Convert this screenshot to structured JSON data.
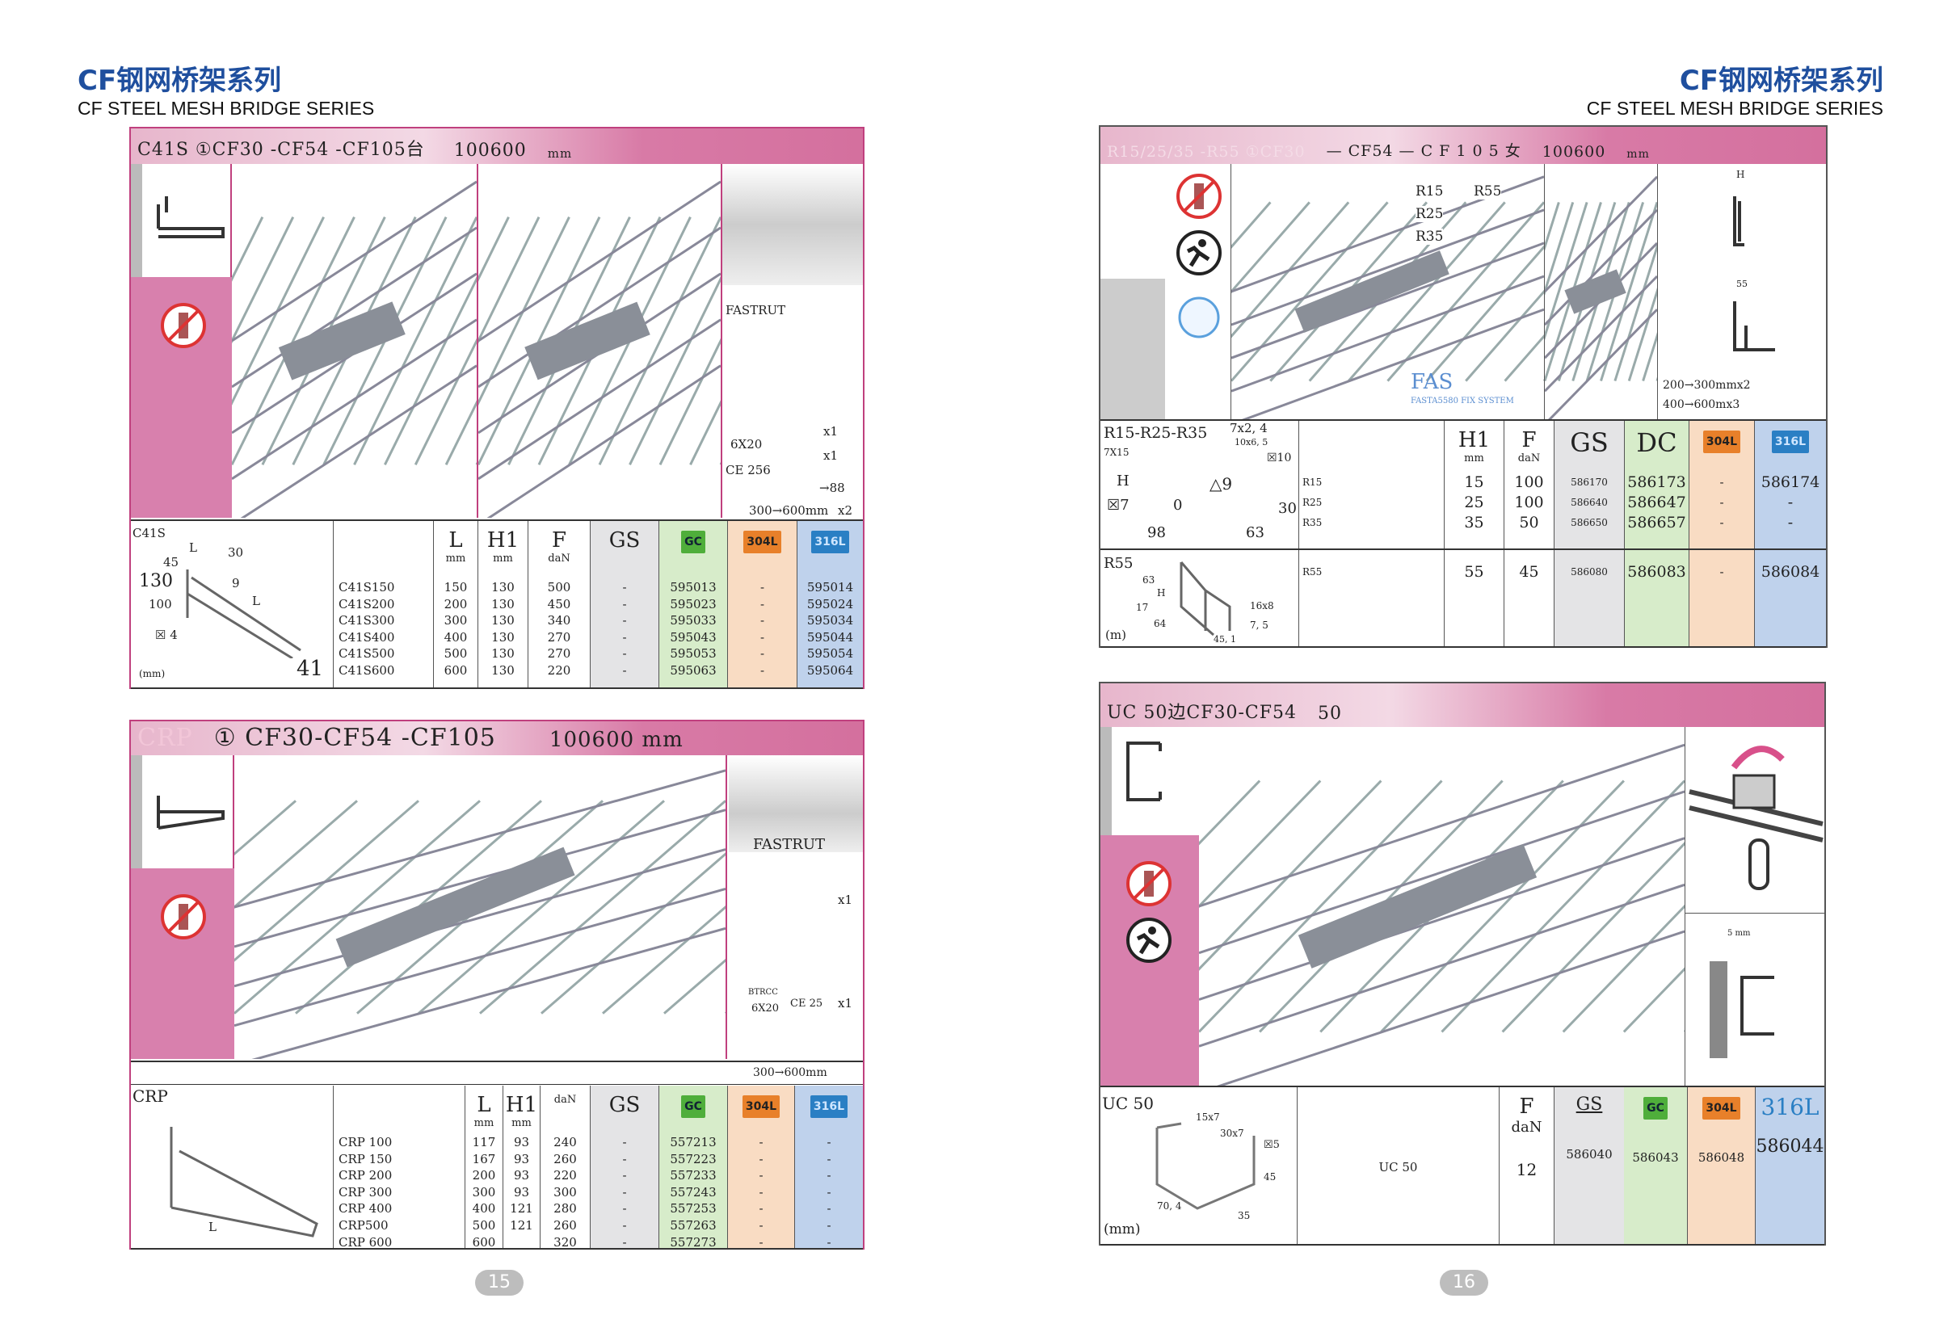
{
  "header_left": {
    "title_cn": "CF钢网桥架系列",
    "title_en": "CF STEEL MESH BRIDGE SERIES"
  },
  "header_right": {
    "title_cn": "CF钢网桥架系列",
    "title_en": "CF STEEL MESH BRIDGE SERIES"
  },
  "colors": {
    "pink": "#d880ad",
    "gs": "#e4e4e6",
    "gc": "#d7ecca",
    "s304": "#f9dcc3",
    "s316": "#bfd2ec",
    "title": "#1f4f9e"
  },
  "sec1": {
    "heading": "C41S ①CF30 -CF54 -CF105台",
    "length": "100600",
    "unit": "mm",
    "side": {
      "fastrut": "FASTRUT",
      "screw": "6X20",
      "ce": "CE 256",
      "x1a": "x1",
      "x1b": "x1",
      "dim": "→88",
      "range": "300→600mm",
      "x2": "x2"
    },
    "drawing": {
      "name": "C41S",
      "d45": "45",
      "dL": "L",
      "d30": "30",
      "d130": "130",
      "d9": "9",
      "d100": "100",
      "dL2": "L",
      "d4": "☒ 4",
      "d41": "41",
      "unit": "(mm)"
    },
    "table": {
      "models": [
        "C41S150",
        "C41S200",
        "C41S300",
        "C41S400",
        "C41S500",
        "C41S600"
      ],
      "cols": [
        {
          "h": "L",
          "u": "mm",
          "values": [
            "150",
            "200",
            "300",
            "400",
            "500",
            "600"
          ]
        },
        {
          "h": "H1",
          "u": "mm",
          "values": [
            "130",
            "130",
            "130",
            "130",
            "130",
            "130"
          ]
        },
        {
          "h": "F",
          "u": "daN",
          "values": [
            "500",
            "450",
            "340",
            "270",
            "270",
            "220"
          ]
        },
        {
          "h": "GS",
          "u": "",
          "values": [
            "-",
            "-",
            "-",
            "-",
            "-",
            "-"
          ]
        },
        {
          "h": "GC",
          "u": "",
          "values": [
            "595013",
            "595023",
            "595033",
            "595043",
            "595053",
            "595063"
          ]
        },
        {
          "h": "304L",
          "u": "",
          "values": [
            "-",
            "-",
            "-",
            "-",
            "-",
            "-"
          ]
        },
        {
          "h": "316L",
          "u": "",
          "values": [
            "595014",
            "595024",
            "595034",
            "595044",
            "595054",
            "595064"
          ]
        }
      ]
    }
  },
  "sec2": {
    "faded": "CRP",
    "heading": "① CF30-CF54 -CF105",
    "length": "100600 mm",
    "side": {
      "fastrut": "FASTRUT",
      "x1a": "x1",
      "btrcc": "BTRCC",
      "screw": "6X20",
      "ce": "CE 25",
      "x1b": "x1",
      "range": "300→600mm"
    },
    "drawing": {
      "name": "CRP",
      "dL": "L"
    },
    "table": {
      "models": [
        "CRP 100",
        "CRP 150",
        "CRP 200",
        "CRP 300",
        "CRP 400",
        "CRP500",
        "CRP 600"
      ],
      "cols": [
        {
          "h": "L",
          "u": "mm",
          "values": [
            "117",
            "167",
            "200",
            "300",
            "400",
            "500",
            "600"
          ]
        },
        {
          "h": "H1",
          "u": "mm",
          "values": [
            "93",
            "93",
            "93",
            "93",
            "121",
            "121",
            ""
          ]
        },
        {
          "h": "",
          "u": "daN",
          "values": [
            "240",
            "260",
            "220",
            "300",
            "280",
            "260",
            "320"
          ]
        },
        {
          "h": "GS",
          "u": "",
          "values": [
            "-",
            "-",
            "-",
            "-",
            "-",
            "-",
            "-"
          ]
        },
        {
          "h": "GC",
          "u": "",
          "values": [
            "557213",
            "557223",
            "557233",
            "557243",
            "557253",
            "557263",
            "557273"
          ]
        },
        {
          "h": "304L",
          "u": "",
          "values": [
            "-",
            "-",
            "-",
            "-",
            "-",
            "-",
            "-"
          ]
        },
        {
          "h": "316L",
          "u": "",
          "values": [
            "-",
            "-",
            "-",
            "-",
            "-",
            "-",
            "-"
          ]
        }
      ]
    }
  },
  "sec3": {
    "faded": "R15/25/35 -R55 ①CF30",
    "heading": "— CF54 — C F 1 0 5 女",
    "length": "100600",
    "unit": "mm",
    "labels": {
      "r15": "R15",
      "r25": "R25",
      "r35": "R35",
      "r55": "R55",
      "fas": "FAS",
      "fasta": "FASTA5580 FIX SYSTEM",
      "h": "H",
      "d55": "55",
      "range1": "200→300mmx2",
      "range2": "400→600mx3"
    },
    "drawing1": {
      "name": "R15-R25-R35",
      "d1": "7x2, 4",
      "d2": "10x6, 5",
      "d3": "7X15",
      "d4": "☒10",
      "h": "H",
      "d5": "☒7",
      "d6": "△9",
      "d7": "0",
      "d8": "30",
      "d9": "98",
      "d10": "63"
    },
    "drawing2": {
      "name": "R55",
      "d1": "63",
      "h": "H",
      "d2": "17",
      "d3": "64",
      "d4": "16x8",
      "d5": "7, 5",
      "d6": "45, 1",
      "unit": "(m)"
    },
    "table": {
      "headers": {
        "h1": "H1",
        "h1u": "mm",
        "f": "F",
        "fu": "daN",
        "gs": "GS",
        "dc": "DC",
        "s304": "304L",
        "s316": "316L"
      },
      "rows": [
        {
          "models": [
            "R15",
            "R25",
            "R35"
          ],
          "h1": [
            "15",
            "25",
            "35"
          ],
          "f": [
            "100",
            "100",
            "50"
          ],
          "gs": [
            "586170",
            "586640",
            "586650"
          ],
          "dc": [
            "586173",
            "586647",
            "586657"
          ],
          "s304": [
            "-",
            "-",
            "-"
          ],
          "s316": [
            "586174",
            "-",
            "-"
          ]
        },
        {
          "models": [
            "R55"
          ],
          "h1": [
            "55"
          ],
          "f": [
            "45"
          ],
          "gs": [
            "586080"
          ],
          "dc": [
            "586083"
          ],
          "s304": [
            "-"
          ],
          "s316": [
            "586084"
          ]
        }
      ]
    }
  },
  "sec4": {
    "heading": "UC 50边CF30-CF54",
    "size": "50",
    "unit": "mm",
    "labels": {
      "gap": "5 mm"
    },
    "drawing": {
      "name": "UC 50",
      "d1": "15x7",
      "d2": "30x7",
      "d3": "☒5",
      "d4": "45",
      "d5": "70, 4",
      "d6": "35",
      "unit": "(mm)"
    },
    "table": {
      "model": "UC 50",
      "f": "F",
      "fu": "daN",
      "fv": "12",
      "gs": "GS",
      "gc": "GC",
      "s304": "304L",
      "s316": "316L",
      "gsv": "586040",
      "gcv": "586043",
      "s304v": "586048",
      "s316v": "586044"
    }
  },
  "pages": {
    "left": "15",
    "right": "16"
  }
}
